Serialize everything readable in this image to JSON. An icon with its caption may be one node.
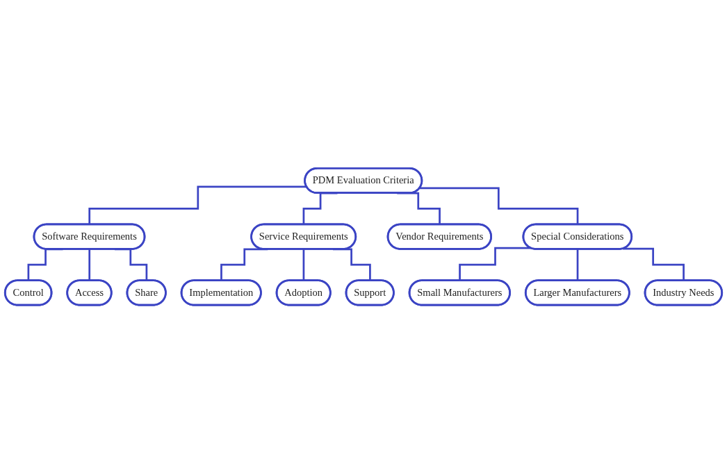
{
  "diagram": {
    "nodes": [
      {
        "text": [
          "PDM Evaluation Criteria"
        ]
      },
      {
        "text": [
          "Software Requirements"
        ]
      },
      {
        "text": [
          "Service Requirements"
        ]
      },
      {
        "text": [
          "Vendor Requirements"
        ]
      },
      {
        "text": [
          "Special Considerations"
        ]
      },
      {
        "text": [
          "Control"
        ]
      },
      {
        "text": [
          "Access"
        ]
      },
      {
        "text": [
          "Share"
        ]
      },
      {
        "text": [
          "Implementation"
        ]
      },
      {
        "text": [
          "Adoption"
        ]
      },
      {
        "text": [
          "Support"
        ]
      },
      {
        "text": [
          "Small Manufacturers"
        ]
      },
      {
        "text": [
          "Larger Manufacturers"
        ]
      },
      {
        "text": [
          "Industry Needs"
        ]
      }
    ],
    "edges": [
      {
        "from": 0,
        "to": 1,
        "arrow": "none"
      },
      {
        "from": 0,
        "to": 2,
        "arrow": "none"
      },
      {
        "from": 0,
        "to": 3,
        "arrow": "none"
      },
      {
        "from": 0,
        "to": 4,
        "arrow": "none"
      },
      {
        "from": 1,
        "to": 5,
        "arrow": "none"
      },
      {
        "from": 1,
        "to": 6,
        "arrow": "none"
      },
      {
        "from": 1,
        "to": 7,
        "arrow": "none"
      },
      {
        "from": 2,
        "to": 8,
        "arrow": "none"
      },
      {
        "from": 2,
        "to": 9,
        "arrow": "none"
      },
      {
        "from": 2,
        "to": 10,
        "arrow": "none"
      },
      {
        "from": 4,
        "to": 11,
        "arrow": "none"
      },
      {
        "from": 4,
        "to": 12,
        "arrow": "none"
      },
      {
        "from": 4,
        "to": 13,
        "arrow": "none"
      }
    ]
  }
}
